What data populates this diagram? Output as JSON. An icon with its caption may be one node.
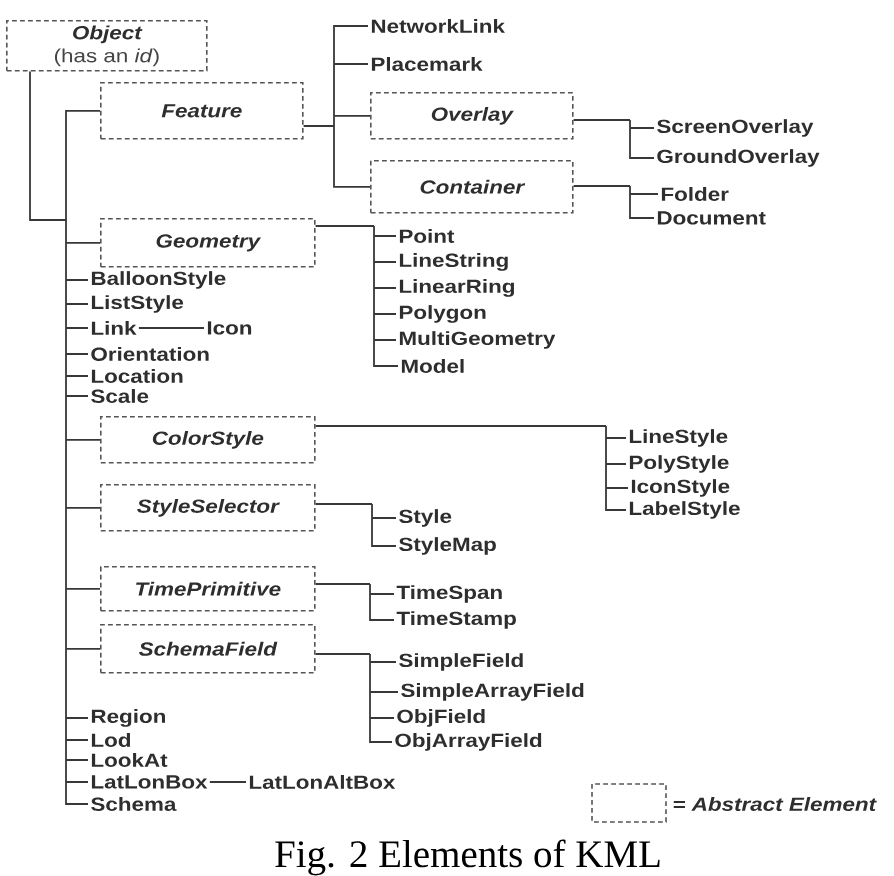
{
  "diagram": {
    "caption": "Fig. 2 Elements of KML",
    "nodes": [
      {
        "text": [
          "Object",
          "(has an *id*)"
        ]
      },
      {
        "text": [
          "Feature"
        ]
      },
      {
        "text": [
          "NetworkLink"
        ]
      },
      {
        "text": [
          "Placemark"
        ]
      },
      {
        "text": [
          "Overlay"
        ]
      },
      {
        "text": [
          "ScreenOverlay"
        ]
      },
      {
        "text": [
          "GroundOverlay"
        ]
      },
      {
        "text": [
          "Container"
        ]
      },
      {
        "text": [
          "Folder"
        ]
      },
      {
        "text": [
          "Document"
        ]
      },
      {
        "text": [
          "Geometry"
        ]
      },
      {
        "text": [
          "Point"
        ]
      },
      {
        "text": [
          "LineString"
        ]
      },
      {
        "text": [
          "LinearRing"
        ]
      },
      {
        "text": [
          "Polygon"
        ]
      },
      {
        "text": [
          "MultiGeometry"
        ]
      },
      {
        "text": [
          "Model"
        ]
      },
      {
        "text": [
          "BalloonStyle"
        ]
      },
      {
        "text": [
          "ListStyle"
        ]
      },
      {
        "text": [
          "Link"
        ]
      },
      {
        "text": [
          "Icon"
        ]
      },
      {
        "text": [
          "Orientation"
        ]
      },
      {
        "text": [
          "Location"
        ]
      },
      {
        "text": [
          "Scale"
        ]
      },
      {
        "text": [
          "ColorStyle"
        ]
      },
      {
        "text": [
          "LineStyle"
        ]
      },
      {
        "text": [
          "PolyStyle"
        ]
      },
      {
        "text": [
          "IconStyle"
        ]
      },
      {
        "text": [
          "LabelStyle"
        ]
      },
      {
        "text": [
          "StyleSelector"
        ]
      },
      {
        "text": [
          "Style"
        ]
      },
      {
        "text": [
          "StyleMap"
        ]
      },
      {
        "text": [
          "TimePrimitive"
        ]
      },
      {
        "text": [
          "TimeSpan"
        ]
      },
      {
        "text": [
          "TimeStamp"
        ]
      },
      {
        "text": [
          "SchemaField"
        ]
      },
      {
        "text": [
          "SimpleField"
        ]
      },
      {
        "text": [
          "SimpleArrayField"
        ]
      },
      {
        "text": [
          "ObjField"
        ]
      },
      {
        "text": [
          "ObjArrayField"
        ]
      },
      {
        "text": [
          "Region"
        ]
      },
      {
        "text": [
          "Lod"
        ]
      },
      {
        "text": [
          "LookAt"
        ]
      },
      {
        "text": [
          "LatLonBox"
        ]
      },
      {
        "text": [
          "LatLonAltBox"
        ]
      },
      {
        "text": [
          "Schema"
        ]
      }
    ],
    "edges": [
      {
        "from": 0,
        "to": 1,
        "arrow": "none"
      },
      {
        "from": 0,
        "to": 10,
        "arrow": "none"
      },
      {
        "from": 0,
        "to": 17,
        "arrow": "none"
      },
      {
        "from": 0,
        "to": 18,
        "arrow": "none"
      },
      {
        "from": 0,
        "to": 19,
        "arrow": "none"
      },
      {
        "from": 0,
        "to": 21,
        "arrow": "none"
      },
      {
        "from": 0,
        "to": 22,
        "arrow": "none"
      },
      {
        "from": 0,
        "to": 23,
        "arrow": "none"
      },
      {
        "from": 0,
        "to": 24,
        "arrow": "none"
      },
      {
        "from": 0,
        "to": 29,
        "arrow": "none"
      },
      {
        "from": 0,
        "to": 32,
        "arrow": "none"
      },
      {
        "from": 0,
        "to": 35,
        "arrow": "none"
      },
      {
        "from": 0,
        "to": 40,
        "arrow": "none"
      },
      {
        "from": 0,
        "to": 41,
        "arrow": "none"
      },
      {
        "from": 0,
        "to": 42,
        "arrow": "none"
      },
      {
        "from": 0,
        "to": 43,
        "arrow": "none"
      },
      {
        "from": 0,
        "to": 45,
        "arrow": "none"
      },
      {
        "from": 1,
        "to": 2,
        "arrow": "none"
      },
      {
        "from": 1,
        "to": 3,
        "arrow": "none"
      },
      {
        "from": 1,
        "to": 4,
        "arrow": "none"
      },
      {
        "from": 1,
        "to": 7,
        "arrow": "none"
      },
      {
        "from": 4,
        "to": 5,
        "arrow": "none"
      },
      {
        "from": 4,
        "to": 6,
        "arrow": "none"
      },
      {
        "from": 7,
        "to": 8,
        "arrow": "none"
      },
      {
        "from": 7,
        "to": 9,
        "arrow": "none"
      },
      {
        "from": 10,
        "to": 11,
        "arrow": "none"
      },
      {
        "from": 10,
        "to": 12,
        "arrow": "none"
      },
      {
        "from": 10,
        "to": 13,
        "arrow": "none"
      },
      {
        "from": 10,
        "to": 14,
        "arrow": "none"
      },
      {
        "from": 10,
        "to": 15,
        "arrow": "none"
      },
      {
        "from": 10,
        "to": 16,
        "arrow": "none"
      },
      {
        "from": 19,
        "to": 20,
        "arrow": "none"
      },
      {
        "from": 24,
        "to": 25,
        "arrow": "none"
      },
      {
        "from": 24,
        "to": 26,
        "arrow": "none"
      },
      {
        "from": 24,
        "to": 27,
        "arrow": "none"
      },
      {
        "from": 24,
        "to": 28,
        "arrow": "none"
      },
      {
        "from": 29,
        "to": 30,
        "arrow": "none"
      },
      {
        "from": 29,
        "to": 31,
        "arrow": "none"
      },
      {
        "from": 32,
        "to": 33,
        "arrow": "none"
      },
      {
        "from": 32,
        "to": 34,
        "arrow": "none"
      },
      {
        "from": 35,
        "to": 36,
        "arrow": "none"
      },
      {
        "from": 35,
        "to": 37,
        "arrow": "none"
      },
      {
        "from": 35,
        "to": 38,
        "arrow": "none"
      },
      {
        "from": 35,
        "to": 39,
        "arrow": "none"
      },
      {
        "from": 43,
        "to": 44,
        "arrow": "none"
      }
    ],
    "legend": [
      {
        "text": "= Abstract Element"
      }
    ]
  }
}
